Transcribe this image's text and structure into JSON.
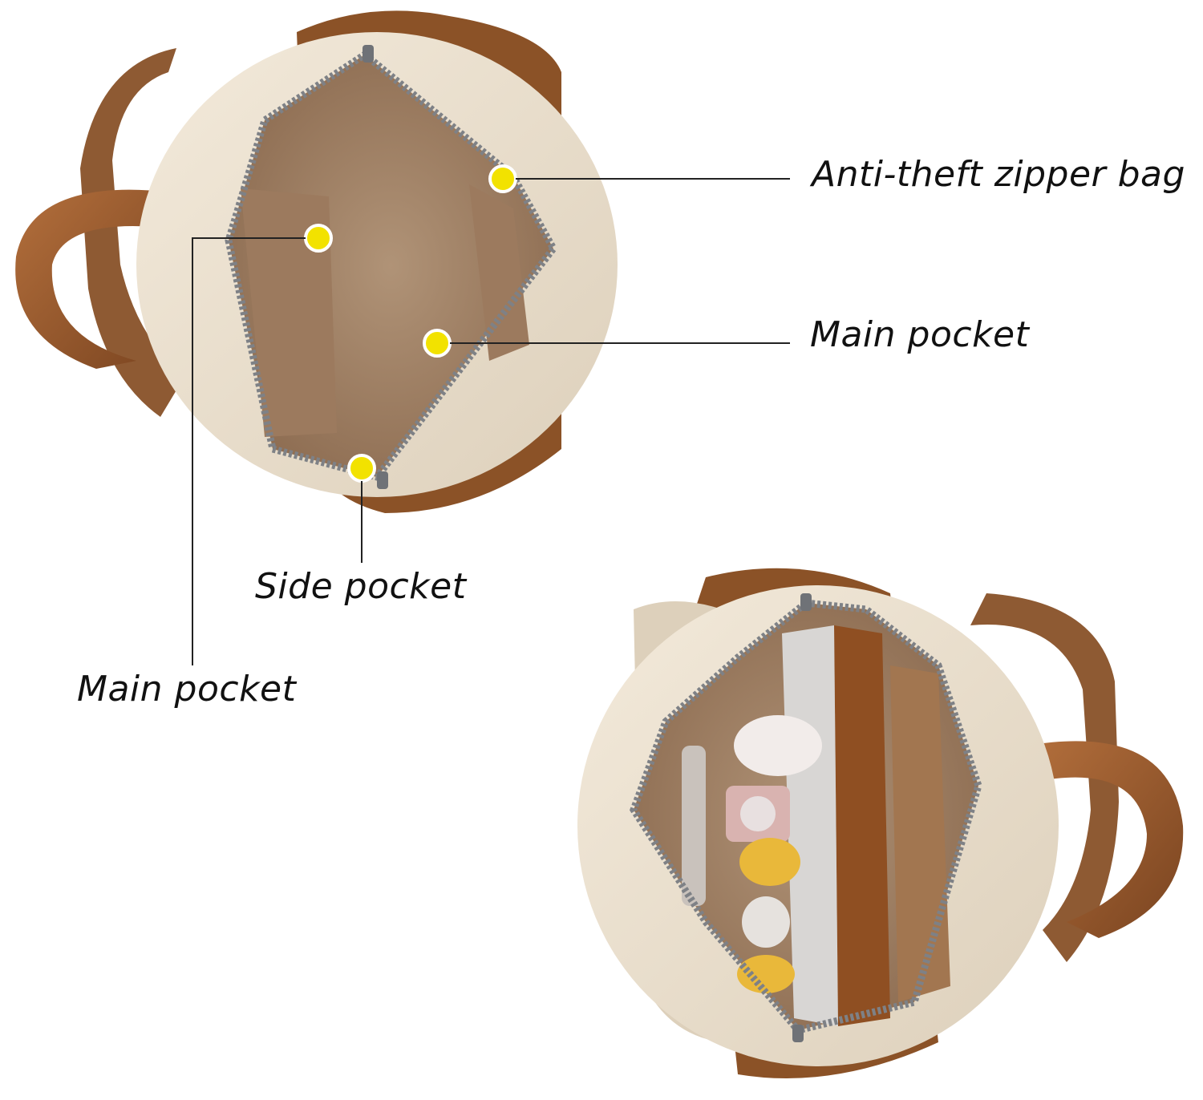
{
  "callouts": {
    "anti_theft": "Anti-theft zipper bag",
    "main_pocket_right": "Main pocket",
    "side_pocket": "Side pocket",
    "main_pocket_left": "Main pocket"
  },
  "colors": {
    "background": "#ffffff",
    "bag_cream": "#ece1cf",
    "leather_brown": "#9a5a2e",
    "lining_brown": "#a98a6e",
    "zipper_gray": "#7e8186",
    "marker_yellow": "#f2e200",
    "leader_line": "#222222"
  }
}
